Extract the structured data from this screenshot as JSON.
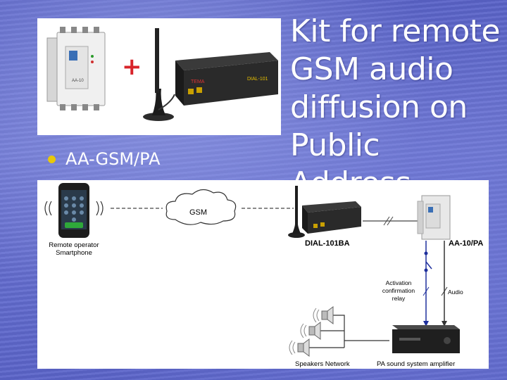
{
  "title": "Kit for remote GSM audio diffusion on Public Address",
  "bullet": "AA-GSM/PA",
  "photo": {
    "plus_sign": "+",
    "module_label": "AA-10",
    "device_brand": "TEMA",
    "device_model": "DIAL-101"
  },
  "diagram": {
    "gsm_cloud": "GSM",
    "phone_label_line1": "Remote operator",
    "phone_label_line2": "Smartphone",
    "dial_label": "DIAL-101BA",
    "aa_label": "AA-10/PA",
    "relay_line1": "Activation",
    "relay_line2": "confirmation",
    "relay_line3": "relay",
    "audio_label": "Audio",
    "speakers_label": "Speakers Network",
    "amplifier_label": "PA sound system amplifier"
  },
  "colors": {
    "background": "#5b64c9",
    "bullet": "#e9c80a",
    "plus": "#d8242a",
    "wire_blue": "#1e2f9c"
  }
}
